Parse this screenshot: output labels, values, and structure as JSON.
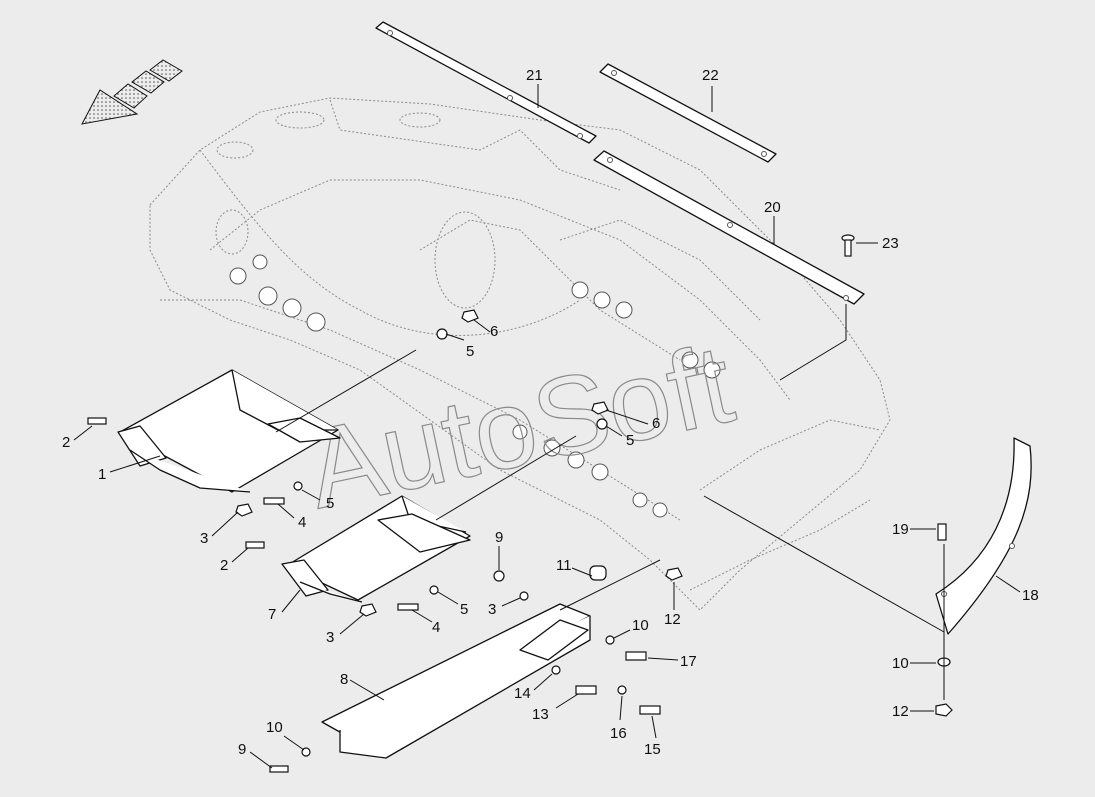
{
  "watermark": "AutoSoft",
  "callouts": [
    "1",
    "2",
    "3",
    "4",
    "5",
    "6",
    "7",
    "8",
    "9",
    "10",
    "11",
    "12",
    "13",
    "14",
    "15",
    "16",
    "17",
    "18",
    "19",
    "20",
    "21",
    "22",
    "23"
  ]
}
